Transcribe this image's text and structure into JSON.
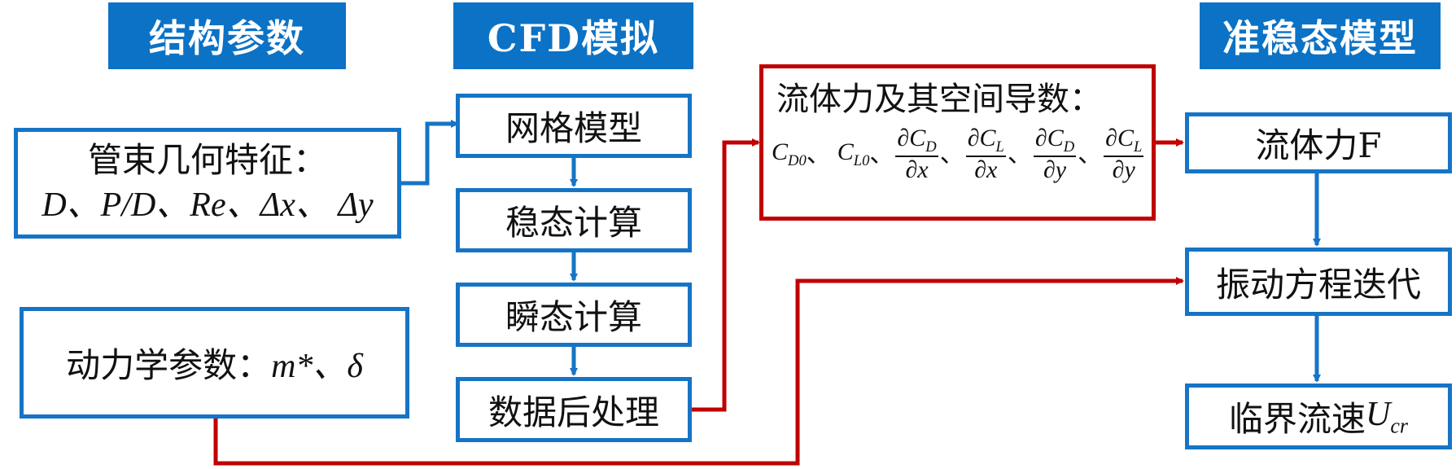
{
  "headers": {
    "structure": "结构参数",
    "cfd": "CFD模拟",
    "quasi": "准稳态模型"
  },
  "left": {
    "geometry_line1": "管束几何特征：",
    "geometry_line2": "D、P/D、Re、Δx、 Δy",
    "dynamics": "动力学参数：",
    "dynamics_symbols": "m*、δ"
  },
  "cfd_steps": [
    "网格模型",
    "稳态计算",
    "瞬态计算",
    "数据后处理"
  ],
  "fluid_box": {
    "title": "流体力及其空间导数：",
    "cd0": "C",
    "cd0_sub": "D0",
    "cl0": "C",
    "cl0_sub": "L0",
    "sep": "、",
    "derivs": [
      {
        "num": "∂C",
        "num_sub": "D",
        "den": "∂x"
      },
      {
        "num": "∂C",
        "num_sub": "L",
        "den": "∂x"
      },
      {
        "num": "∂C",
        "num_sub": "D",
        "den": "∂y"
      },
      {
        "num": "∂C",
        "num_sub": "L",
        "den": "∂y"
      }
    ]
  },
  "right_steps": {
    "force": "流体力F",
    "iterate": "振动方程迭代",
    "critical": "临界流速",
    "critical_symbol": "U",
    "critical_sub": "cr"
  },
  "colors": {
    "header_bg": "#0b72c6",
    "blue_line": "#1674c6",
    "red_line": "#c00000"
  }
}
